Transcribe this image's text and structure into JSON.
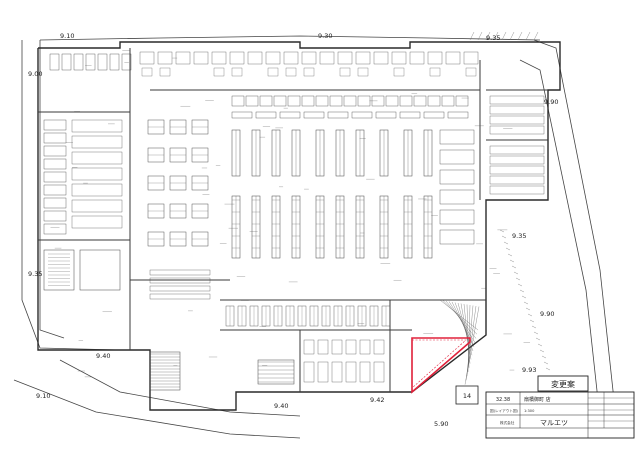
{
  "levels": [
    "9.10",
    "9.30",
    "9.35",
    "9.00",
    "9.90",
    "9.35",
    "9.35",
    "9.90",
    "9.40",
    "9.10",
    "9.40",
    "9.42",
    "9.93",
    "5.90"
  ],
  "stamp": "変更案",
  "sheet_number": "14",
  "title_block": {
    "project_no": "32.38",
    "store_name": "扇橋御町 店",
    "drawing_title": "図(レイアウト図)",
    "scale": "1:300",
    "company": "株式会社",
    "brand": "マルエツ"
  },
  "colors": {
    "line": "#3a3a3a",
    "highlight": "#e0203a",
    "background": "#ffffff"
  }
}
